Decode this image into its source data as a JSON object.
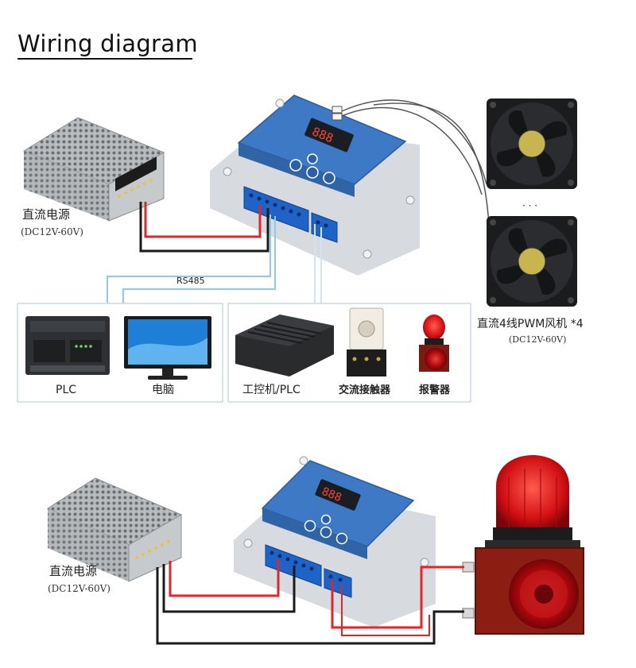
{
  "title": "Wiring diagram",
  "top": {
    "psu_label": "直流电源",
    "psu_range": "(DC12V-60V)",
    "bus_label": "RS485",
    "fan_label": "直流4线PWM风机 *4",
    "fan_range": "(DC12V-60V)",
    "fan_separator": "·  ·  ·",
    "devices": {
      "plc": "PLC",
      "pc": "电脑",
      "ipc": "工控机/PLC",
      "contactor": "交流接触器",
      "alarm": "报警器"
    }
  },
  "bottom": {
    "psu_label": "直流电源",
    "psu_range": "(DC12V-60V)"
  },
  "colors": {
    "controller_blue": "#3d79c4",
    "terminal_blue": "#1e63c8",
    "wire_red": "#e0262b",
    "wire_black": "#1a1a1a",
    "wire_bus": "#8ecbe6",
    "alarm_red": "#d10f12"
  }
}
